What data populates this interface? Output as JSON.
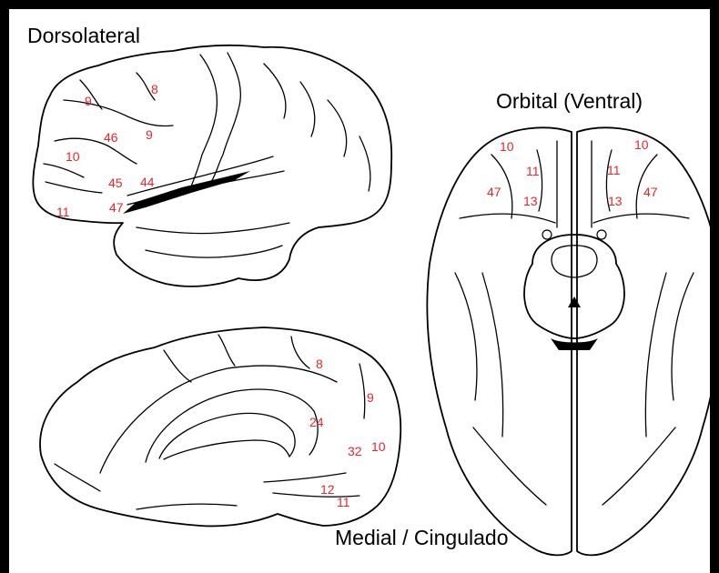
{
  "views": {
    "dorsolateral": {
      "label": "Dorsolateral",
      "areas": [
        "9",
        "8",
        "46",
        "9",
        "10",
        "45",
        "44",
        "11",
        "47"
      ]
    },
    "orbital": {
      "label": "Orbital (Ventral)",
      "areas": [
        "10",
        "11",
        "47",
        "13",
        "10",
        "11",
        "47",
        "13"
      ]
    },
    "medial": {
      "label": "Medial / Cingulado",
      "areas": [
        "8",
        "9",
        "24",
        "32",
        "10",
        "12",
        "11"
      ]
    }
  },
  "colors": {
    "area_label": "#e8262b",
    "outline": "#000000"
  }
}
